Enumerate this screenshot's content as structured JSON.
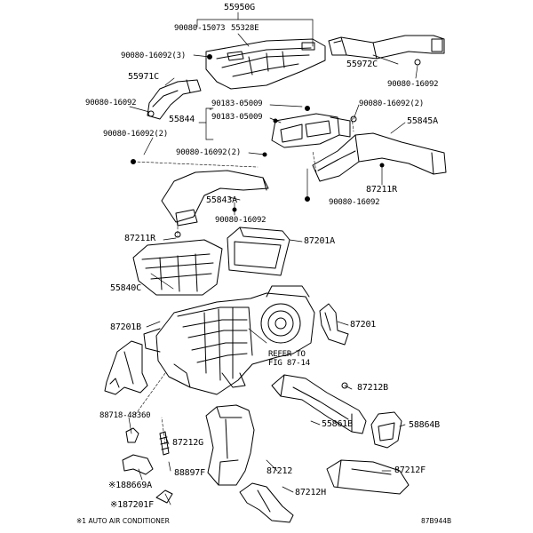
{
  "labels": {
    "p55950G": "55950G",
    "p90080_15073": "90080-15073",
    "p55328E": "55328E",
    "p90080_16092_3": "90080-16092(3)",
    "p55971C": "55971C",
    "p55972C": "55972C",
    "p90080_16092_tr": "90080-16092",
    "p90080_16092_l": "90080-16092",
    "p90183_05009_a": "90183-05009",
    "p90080_16092_2_r": "90080-16092(2)",
    "p55844": "55844",
    "p90183_05009_b": "90183-05009",
    "p55845A": "55845A",
    "p90080_16092_2_l": "90080-16092(2)",
    "p90080_16092_2_m": "90080-16092(2)",
    "p87211R_r": "87211R",
    "p90080_16092_r": "90080-16092",
    "p55843A": "55843A",
    "p90080_16092_m": "90080-16092",
    "p87211R_l": "87211R",
    "p87201A": "87201A",
    "p55840C": "55840C",
    "p87201": "87201",
    "p87201B": "87201B",
    "refer_to": "REFER TO",
    "fig_ref": "FIG 87-14",
    "p87212B": "87212B",
    "p88718_48360": "88718-48360",
    "p55861B": "55861B",
    "p58864B": "58864B",
    "p87212G": "87212G",
    "p88669A": "※188669A",
    "p88897F": "88897F",
    "p87212F": "87212F",
    "p87212": "87212",
    "p87212H": "87212H",
    "p87201F": "※187201F"
  },
  "footer": {
    "note": "※1 AUTO AIR CONDITIONER",
    "code": "87B944B"
  }
}
